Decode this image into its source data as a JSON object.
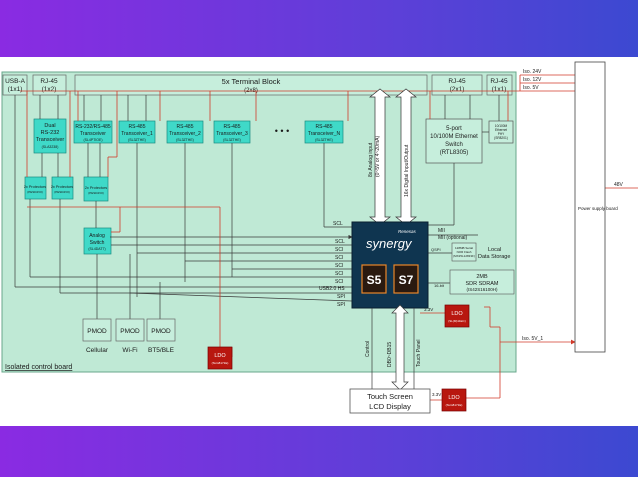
{
  "diagram": {
    "board_label": "Isolated control board",
    "terminal_block": {
      "title": "5x Terminal Block",
      "sub": "(2x8)"
    },
    "usb_a": {
      "line1": "USB-A",
      "line2": "(1x1)"
    },
    "rj45_left": {
      "line1": "RJ-45",
      "line2": "(1x2)"
    },
    "rj45_mid": {
      "line1": "RJ-45",
      "line2": "(2x1)"
    },
    "rj45_right": {
      "line1": "RJ-45",
      "line2": "(1x1)"
    },
    "dual_rs232": {
      "l1": "Dual",
      "l2": "RS-232",
      "l3": "Transceiver",
      "l4": "(SLA3238)"
    },
    "rs232_485": {
      "l1": "RS-232/RS-485",
      "l2": "Transceiver",
      "l3": "(SL4PTIOE)"
    },
    "rs485_1": {
      "l1": "RS-485",
      "l2": "Transceiver_1",
      "l3": "(SL3ZTHE)"
    },
    "rs485_2": {
      "l1": "RS-485",
      "l2": "Transceiver_2",
      "l3": "(SL3ZTHE)"
    },
    "rs485_3": {
      "l1": "RS-485",
      "l2": "Transceiver_3",
      "l3": "(SL3ZTHE)"
    },
    "rs485_n": {
      "l1": "RS-485",
      "l2": "Transceiver_N",
      "l3": "(SL3ZTHE)"
    },
    "dots": "• • •",
    "ethernet_switch": {
      "l1": "5-port",
      "l2": "10/100M Ethernet",
      "l3": "Switch",
      "l4": "(RTL8305)"
    },
    "eth_phy": {
      "l1": "10/100M",
      "l2": "Ethernet",
      "l3": "PHY",
      "l4": "(SR8201)"
    },
    "analog_input": {
      "l1": "8x Analog input",
      "l2": "(0~5V or 4~20mA)"
    },
    "digital_io": "16x Digital Input/Output",
    "protectors": [
      "2x Protectors",
      "2x Protectors",
      "2x Protectors"
    ],
    "protector_part": "(PESD4V0)",
    "analog_switch": {
      "l1": "Analog",
      "l2": "Switch",
      "l3": "(SL4DAT7)"
    },
    "synergy": {
      "brand": "synergy",
      "tag": "Renesas",
      "s5": "S5",
      "s7": "S7"
    },
    "scl_labels": [
      "SCL",
      "SCL",
      "SCI",
      "SCI",
      "SCI",
      "SCI",
      "SCI"
    ],
    "usb_hs": "USB2.0 HS",
    "spi_labels": [
      "SPI",
      "SPI"
    ],
    "mii": {
      "l1": "MII",
      "l2": "MII (optional)"
    },
    "local_storage": {
      "l1": "Local",
      "l2": "Data Storage"
    },
    "qspi": "QSPI",
    "flash": {
      "l1": "128MB Serial",
      "l2": "NOR Flash",
      "l3": "(MX25L12833F)"
    },
    "sdram": {
      "l1": "2MB",
      "l2": "SDR SDRAM",
      "l3": "(IS42S16100H)"
    },
    "bus16": "16-bit",
    "pmod": [
      {
        "l1": "PMOD",
        "l2": "Cellular"
      },
      {
        "l1": "PMOD",
        "l2": "Wi-Fi"
      },
      {
        "l1": "PMOD",
        "l2": "BT5/BLE"
      }
    ],
    "ldo_right": {
      "l1": "LDO",
      "l2": "(SL(M)11EC)"
    },
    "ldo_left": {
      "l1": "LDO",
      "l2": "(SLG8171E)"
    },
    "ldo_bottom": {
      "l1": "LDO",
      "l2": "(SLG8171E)"
    },
    "v33": "3.3V",
    "lcd": {
      "l1": "Touch Screen",
      "l2": "LCD Display"
    },
    "lcd_buses": [
      "Control",
      "DB0~DB15",
      "Touch Panel"
    ],
    "power_board": "Power supply board",
    "rails": [
      "Iso. 24V",
      "Iso. 12V",
      "Iso. 5V"
    ],
    "iso_5v_1": "Iso. 5V_1",
    "v48": "48V",
    "colors": {
      "board": "#bfe9d5",
      "block": "#3fd9c8",
      "mcu": "#0f3550",
      "ldo": "#b8170f",
      "wire": "#d23a2a",
      "dark": "#3a3a3a"
    }
  }
}
